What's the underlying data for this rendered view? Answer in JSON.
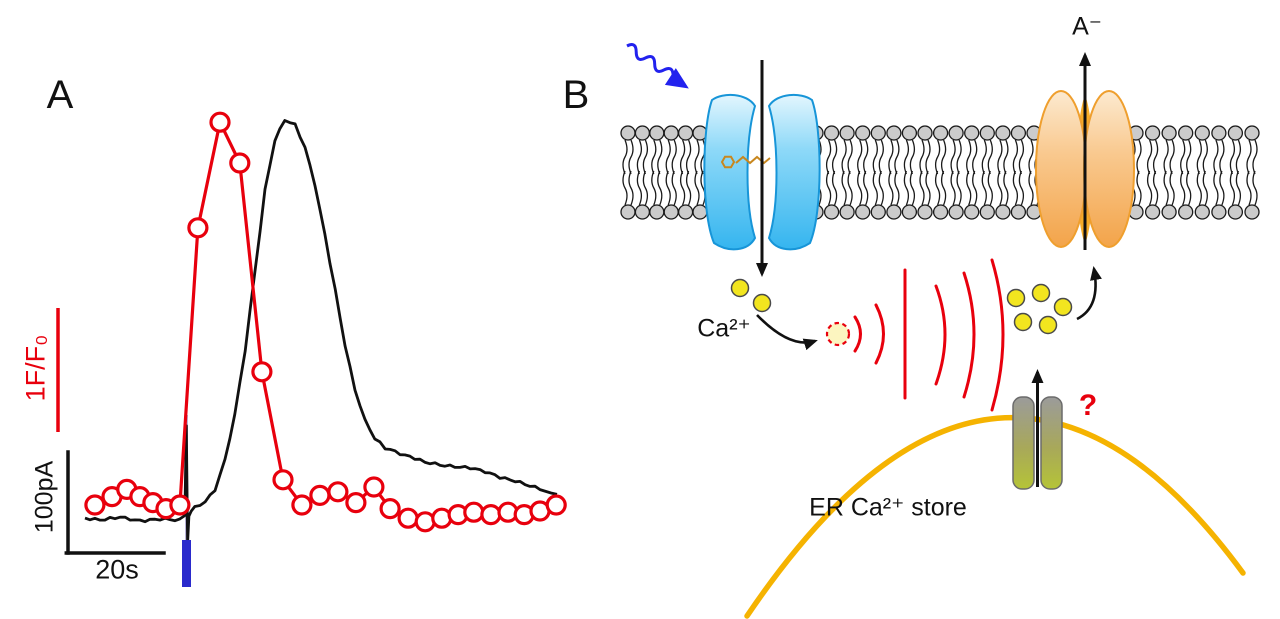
{
  "figure": {
    "background": "#ffffff"
  },
  "panel_a": {
    "label": "A",
    "fluorescence_scale_label": "1F/F₀",
    "current_scale_label": "100pA",
    "time_scale_label": "20s"
  },
  "panel_b": {
    "label": "B",
    "calcium_label": "Ca²⁺",
    "anion_label": "A⁻",
    "er_store_label": "ER Ca²⁺ store",
    "unknown_channel_label": "?"
  },
  "colors": {
    "accent_red": "#e8000d",
    "trace_black": "#111111",
    "stimulus_blue": "#2a2acc",
    "light_arrow_blue": "#2222ee",
    "ion_yellow": "#f2e51f",
    "er_orange": "#f5b301",
    "channel_blue": "#5bc8f5",
    "channel_orange": "#f7b264",
    "membrane_gray": "#cccccc"
  },
  "chart_data": {
    "type": "line",
    "title": "",
    "description": "Simultaneous fluorescence (red, open circles) and membrane current (black) responses to a brief light stimulus",
    "x_units": "s",
    "scale_bars": {
      "time": "20s",
      "current": "100pA",
      "fluorescence": "1F/F₀"
    },
    "stimulus": {
      "time_s": 22,
      "duration_s": 2,
      "color": "#2a2acc"
    },
    "series": [
      {
        "name": "fluorescence",
        "units": "dF/F0",
        "color": "#e8000d",
        "marker": "open-circle",
        "x_s": [
          2.2,
          6,
          9.3,
          12.2,
          15.1,
          18,
          21.1,
          25.1,
          30,
          34.4,
          39.3,
          44,
          48.2,
          52.2,
          56.2,
          60.2,
          64.2,
          67.8,
          71.8,
          75.6,
          79.3,
          82.9,
          86.4,
          90.2,
          94,
          97.6,
          101.1,
          104.7
        ],
        "y_dFF0": [
          0,
          0.07,
          0.13,
          0.07,
          0.02,
          -0.03,
          0,
          2.31,
          3.19,
          2.85,
          1.11,
          0.21,
          0,
          0.08,
          0.11,
          0.02,
          0.15,
          -0.03,
          -0.11,
          -0.14,
          -0.11,
          -0.08,
          -0.06,
          -0.08,
          -0.06,
          -0.08,
          -0.05,
          0
        ]
      },
      {
        "name": "current",
        "units": "pA",
        "color": "#111111",
        "marker": "none",
        "x_s": [
          0,
          3.3,
          7.8,
          12.2,
          16.7,
          21.1,
          22.2,
          22.5,
          22.8,
          23.1,
          23.6,
          24.4,
          26.7,
          28.9,
          31.1,
          33.3,
          35.6,
          37.8,
          40,
          42.2,
          44.4,
          46.7,
          48.9,
          51.1,
          53.3,
          55.6,
          57.8,
          60,
          62.2,
          64.4,
          66.7,
          68.9,
          71.1,
          73.3,
          75.6,
          78.9,
          82.2,
          85.6,
          88.9,
          92.2,
          95.6,
          98.9,
          102.2,
          104.9
        ],
        "y_pA": [
          2,
          0,
          3,
          -1,
          1,
          0,
          5,
          100,
          -25,
          5,
          8,
          13,
          19,
          32,
          63,
          111,
          179,
          263,
          347,
          400,
          421,
          416,
          392,
          353,
          300,
          242,
          184,
          137,
          105,
          86,
          76,
          72,
          68,
          65,
          61,
          58,
          56,
          55,
          51,
          45,
          41,
          36,
          31,
          27
        ]
      }
    ]
  }
}
